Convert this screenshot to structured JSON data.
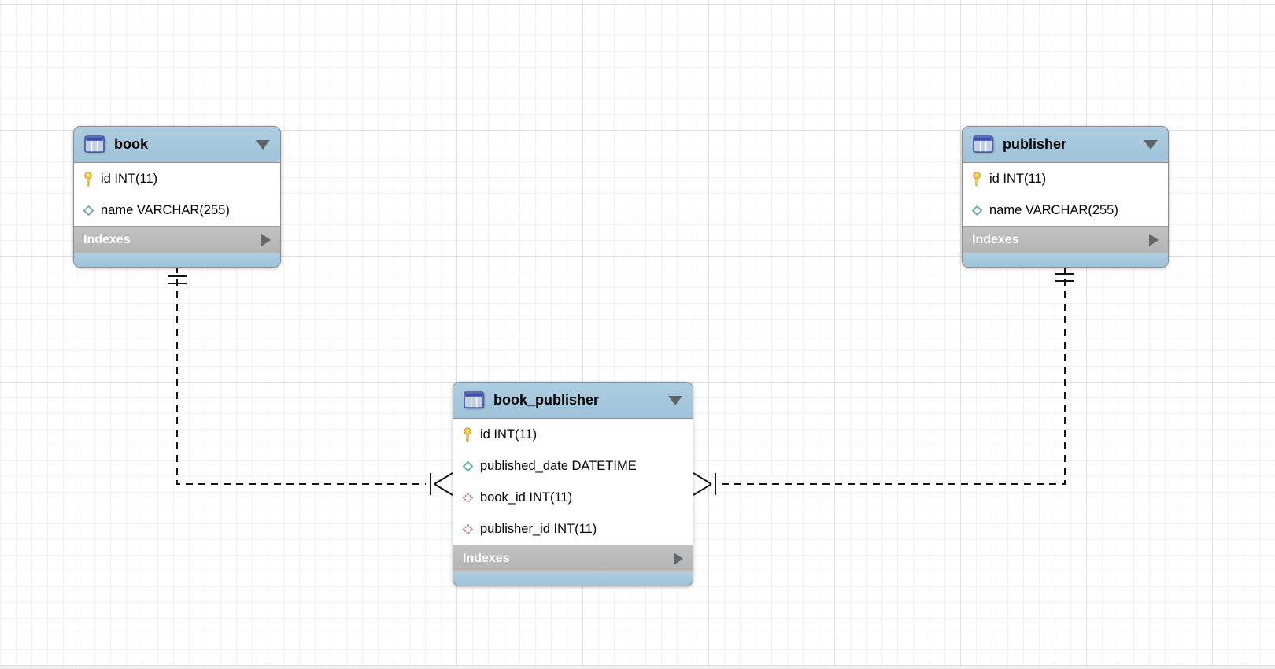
{
  "theme": {
    "colors": {
      "canvas-bg": "#ffffff",
      "grid-minor": "#f1f1f1",
      "grid-major": "#e2e2e2",
      "table-header-blue": "#9fc3da",
      "table-header-blue-light": "#aecde0",
      "table-body-white": "#ffffff",
      "indexes-gray": "#b4b4b4",
      "indexes-text": "#ffffff",
      "table-border-gray": "#8c8c8c",
      "line-black": "#141414",
      "pk-yellow": "#f4c840",
      "column-teal": "#5fb0ab",
      "fk-red": "#c5807e",
      "arrow-gray": "#5f6266",
      "text-black": "#000000"
    }
  },
  "diagram": {
    "tables": [
      {
        "name": "book",
        "columns": [
          {
            "label": "id INT(11)",
            "icon": "primary-key-icon"
          },
          {
            "label": "name VARCHAR(255)",
            "icon": "column-icon"
          }
        ],
        "indexes_label": "Indexes"
      },
      {
        "name": "publisher",
        "columns": [
          {
            "label": "id INT(11)",
            "icon": "primary-key-icon"
          },
          {
            "label": "name VARCHAR(255)",
            "icon": "column-icon"
          }
        ],
        "indexes_label": "Indexes"
      },
      {
        "name": "book_publisher",
        "columns": [
          {
            "label": "id INT(11)",
            "icon": "primary-key-icon"
          },
          {
            "label": "published_date DATETIME",
            "icon": "column-icon"
          },
          {
            "label": "book_id INT(11)",
            "icon": "foreign-key-icon"
          },
          {
            "label": "publisher_id INT(11)",
            "icon": "foreign-key-icon"
          }
        ],
        "indexes_label": "Indexes"
      }
    ],
    "relationships": [
      {
        "one_side": "book",
        "many_side": "book_publisher",
        "cardinality": "one-to-many",
        "line_style": "dashed",
        "notation": "crows-foot",
        "one_end_marker": "mandatory-one (two ticks)",
        "many_end_marker": "bar + crows foot"
      },
      {
        "one_side": "publisher",
        "many_side": "book_publisher",
        "cardinality": "one-to-many",
        "line_style": "dashed",
        "notation": "crows-foot",
        "one_end_marker": "mandatory-one (two ticks)",
        "many_end_marker": "bar + crows foot"
      }
    ]
  }
}
